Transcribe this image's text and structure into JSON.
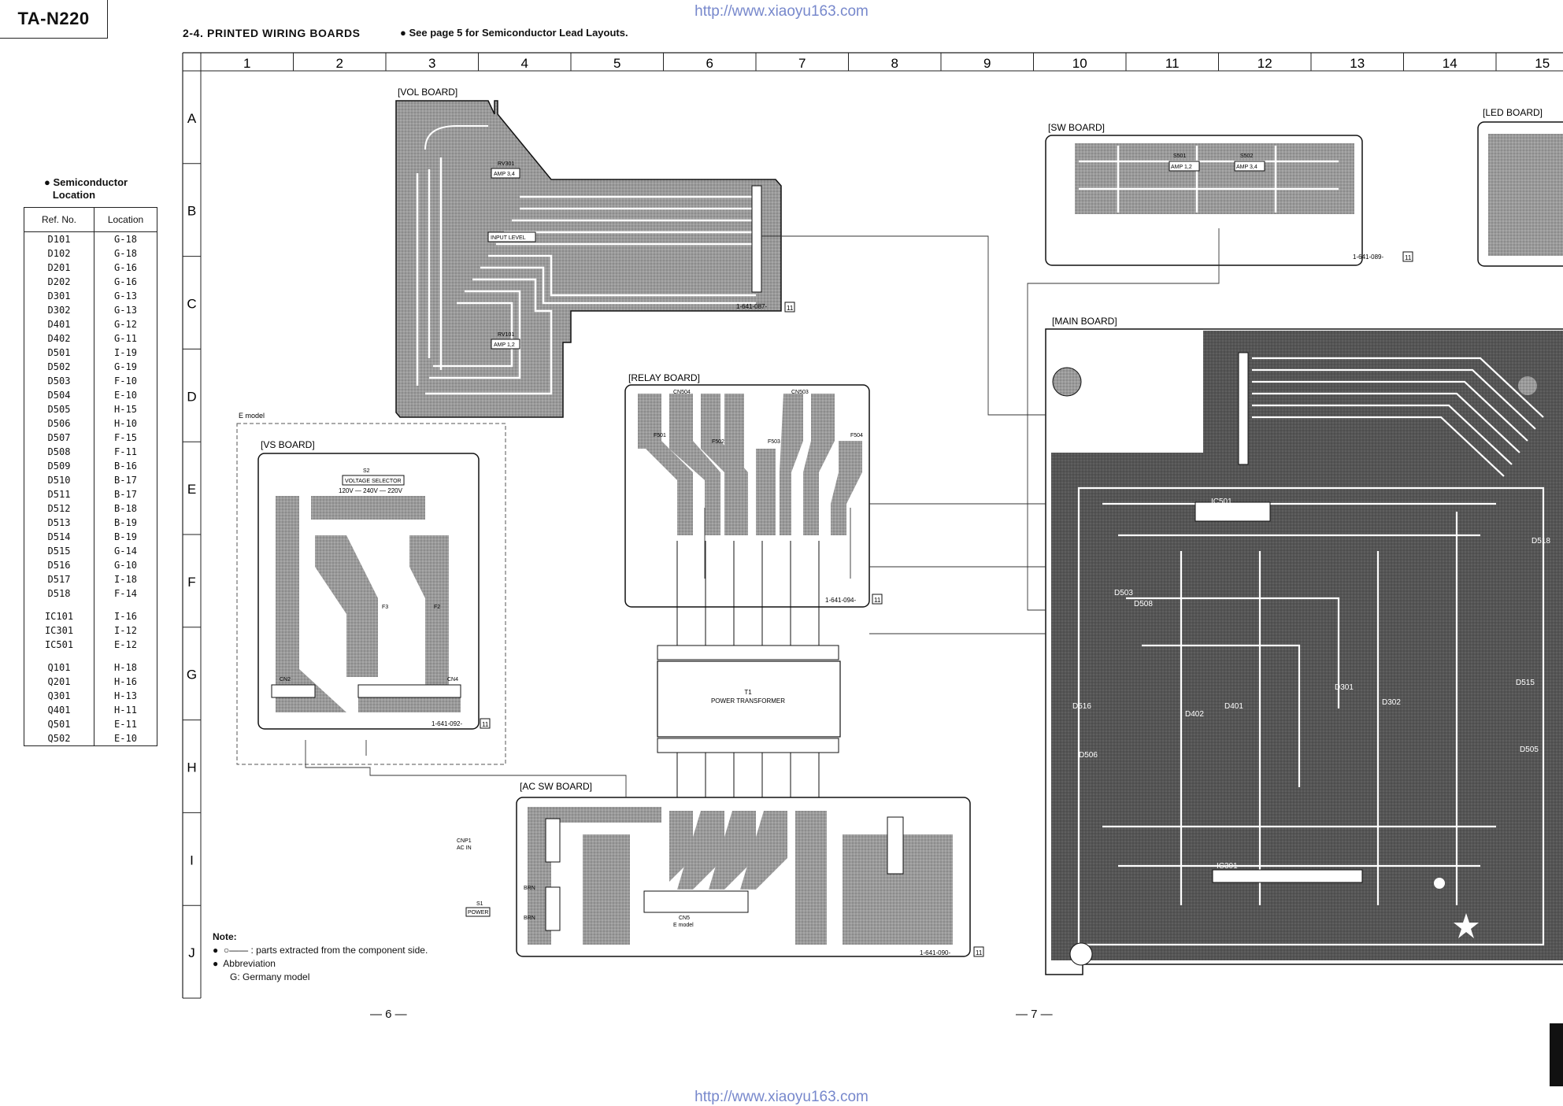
{
  "model": "TA-N220",
  "url": "http://www.xiaoyu163.com",
  "section_title": "2-4. PRINTED WIRING BOARDS",
  "section_note": "See page 5 for Semiconductor Lead Layouts.",
  "semiconductor": {
    "title_line1": "Semiconductor",
    "title_line2": "Location",
    "header_ref": "Ref. No.",
    "header_loc": "Location",
    "rows": [
      [
        "D101",
        "G-18"
      ],
      [
        "D102",
        "G-18"
      ],
      [
        "D201",
        "G-16"
      ],
      [
        "D202",
        "G-16"
      ],
      [
        "D301",
        "G-13"
      ],
      [
        "D302",
        "G-13"
      ],
      [
        "D401",
        "G-12"
      ],
      [
        "D402",
        "G-11"
      ],
      [
        "D501",
        "I-19"
      ],
      [
        "D502",
        "G-19"
      ],
      [
        "D503",
        "F-10"
      ],
      [
        "D504",
        "E-10"
      ],
      [
        "D505",
        "H-15"
      ],
      [
        "D506",
        "H-10"
      ],
      [
        "D507",
        "F-15"
      ],
      [
        "D508",
        "F-11"
      ],
      [
        "D509",
        "B-16"
      ],
      [
        "D510",
        "B-17"
      ],
      [
        "D511",
        "B-17"
      ],
      [
        "D512",
        "B-18"
      ],
      [
        "D513",
        "B-19"
      ],
      [
        "D514",
        "B-19"
      ],
      [
        "D515",
        "G-14"
      ],
      [
        "D516",
        "G-10"
      ],
      [
        "D517",
        "I-18"
      ],
      [
        "D518",
        "F-14"
      ],
      [
        "",
        ""
      ],
      [
        "IC101",
        "I-16"
      ],
      [
        "IC301",
        "I-12"
      ],
      [
        "IC501",
        "E-12"
      ],
      [
        "",
        ""
      ],
      [
        "Q101",
        "H-18"
      ],
      [
        "Q201",
        "H-16"
      ],
      [
        "Q301",
        "H-13"
      ],
      [
        "Q401",
        "H-11"
      ],
      [
        "Q501",
        "E-11"
      ],
      [
        "Q502",
        "E-10"
      ]
    ]
  },
  "grid": {
    "columns": [
      "1",
      "2",
      "3",
      "4",
      "5",
      "6",
      "7",
      "8",
      "9",
      "10",
      "11",
      "12",
      "13",
      "14",
      "15"
    ],
    "rows": [
      "A",
      "B",
      "C",
      "D",
      "E",
      "F",
      "G",
      "H",
      "I",
      "J"
    ]
  },
  "boards": {
    "vol": "[VOL BOARD]",
    "sw": "[SW BOARD]",
    "led": "[LED BOARD]",
    "main": "[MAIN BOARD]",
    "relay": "[RELAY BOARD]",
    "vs": "[VS BOARD]",
    "acsw": "[AC SW BOARD]"
  },
  "labels": {
    "e_model": "E model",
    "transformer_t1": "T1",
    "transformer_name": "POWER TRANSFORMER",
    "voltage_selector_s2": "S2",
    "voltage_selector": "VOLTAGE SELECTOR",
    "voltage_values": "120V — 240V — 220V",
    "input_level": "INPUT LEVEL",
    "amp34": "AMP 3,4",
    "amp12": "AMP 1,2",
    "rv301": "RV301",
    "rv101": "RV101",
    "s501": "S501",
    "s502": "S502",
    "cn504": "CN504",
    "cn503": "CN503",
    "cn5": "CN5",
    "cn5_e": "E model",
    "cn2": "CN2",
    "cn4": "CN4",
    "f3": "F3",
    "f2": "F2",
    "cnp1": "CNP1",
    "ac_in": "AC IN",
    "s1": "S1",
    "power": "POWER",
    "brn": "BRN",
    "ic501": "IC501",
    "ic301": "IC301",
    "d508": "D508",
    "d503": "D503",
    "d401": "D401",
    "d402": "D402",
    "d301": "D301",
    "d302": "D302",
    "d516": "D516",
    "d506": "D506",
    "d515": "D515",
    "d505": "D505",
    "d518": "D518",
    "f501": "F501",
    "f502": "F502",
    "f503": "F503",
    "f504": "F504",
    "pn_vol": "1-641-087-",
    "pn_sw": "1-641-089-",
    "pn_relay": "1-641-094-",
    "pn_vs": "1-641-092-",
    "pn_acsw": "1-641-090-",
    "rev": "11"
  },
  "note": {
    "heading": "Note:",
    "line1": "○—— : parts extracted from the component side.",
    "line2": "Abbreviation",
    "line3": "G: Germany model"
  },
  "pages": {
    "left": "— 6 —",
    "right": "— 7 —"
  }
}
